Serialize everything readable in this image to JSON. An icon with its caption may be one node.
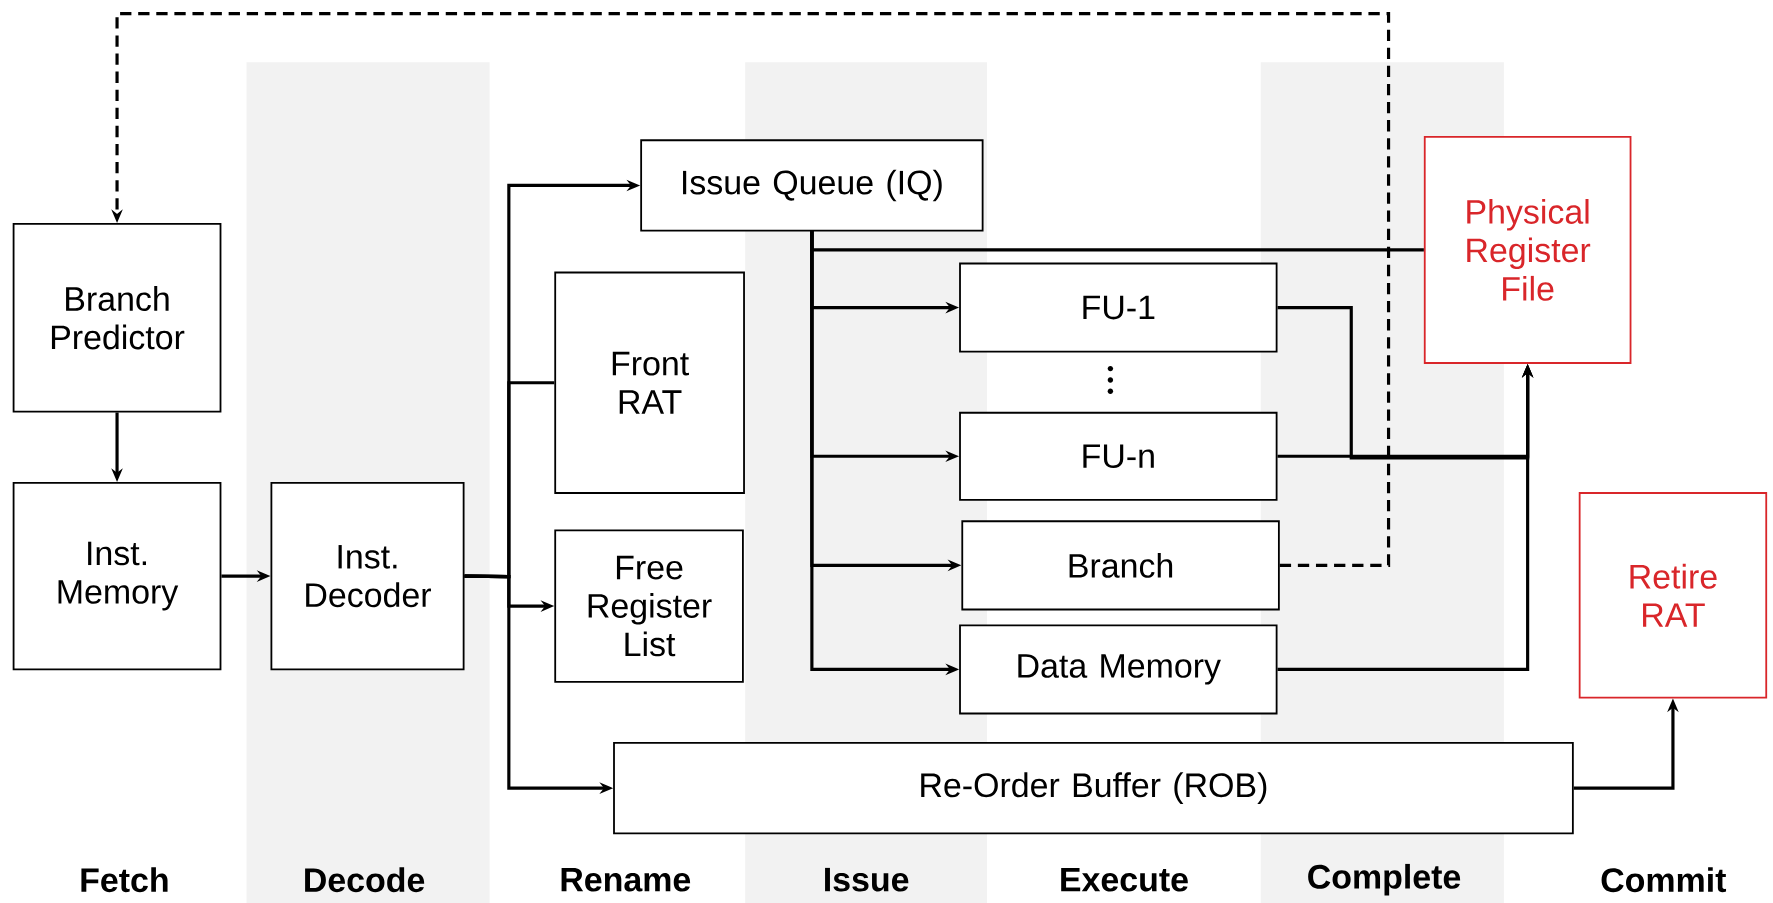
{
  "diagram": {
    "nodes": [
      {
        "text": [
          "Branch Predictor"
        ]
      },
      {
        "text": [
          "Inst. Memory"
        ]
      },
      {
        "text": [
          "Inst. Decoder"
        ]
      },
      {
        "text": [
          "Issue Queue (IQ)"
        ]
      },
      {
        "text": [
          "Front RAT"
        ]
      },
      {
        "text": [
          "Free Register List"
        ]
      },
      {
        "text": [
          "FU-1"
        ]
      },
      {
        "text": [
          "FU-n"
        ]
      },
      {
        "text": [
          "Branch"
        ]
      },
      {
        "text": [
          "Data Memory"
        ]
      },
      {
        "text": [
          "Physical Register File"
        ]
      },
      {
        "text": [
          "Retire RAT"
        ]
      },
      {
        "text": [
          "Re-Order Buffer (ROB)"
        ]
      }
    ],
    "edges": [
      {
        "from": 0,
        "to": 1,
        "arrow": "to"
      },
      {
        "from": 1,
        "to": 2,
        "arrow": "to"
      },
      {
        "from": 2,
        "to": 3,
        "arrow": "to"
      },
      {
        "from": 2,
        "to": 4,
        "arrow": "none"
      },
      {
        "from": 2,
        "to": 5,
        "arrow": "to"
      },
      {
        "from": 2,
        "to": 12,
        "arrow": "to"
      },
      {
        "from": 3,
        "to": 10,
        "arrow": "none"
      },
      {
        "from": 3,
        "to": 6,
        "arrow": "to"
      },
      {
        "from": 3,
        "to": 7,
        "arrow": "to"
      },
      {
        "from": 3,
        "to": 8,
        "arrow": "to"
      },
      {
        "from": 3,
        "to": 9,
        "arrow": "to"
      },
      {
        "from": 6,
        "to": 10,
        "arrow": "to"
      },
      {
        "from": 7,
        "to": 10,
        "arrow": "to"
      },
      {
        "from": 9,
        "to": 10,
        "arrow": "to"
      },
      {
        "from": 8,
        "to": 0,
        "arrow": "to",
        "style": "dashed"
      },
      {
        "from": 12,
        "to": 11,
        "arrow": "to"
      }
    ],
    "labels": [
      "Fetch",
      "Decode",
      "Rename",
      "Issue",
      "Execute",
      "Complete",
      "Commit"
    ]
  }
}
